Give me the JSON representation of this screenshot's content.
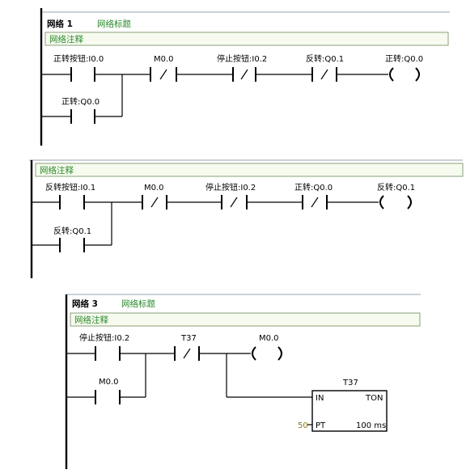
{
  "network1": {
    "title": "网络 1",
    "subtitle": "网络标题",
    "comment": "网络注释",
    "contact_fwd_btn": "正转按钮:I0.0",
    "contact_m0": "M0.0",
    "contact_stop": "停止按钮:I0.2",
    "contact_rev": "反转:Q0.1",
    "coil": "正转:Q0.0",
    "seal_contact": "正转:Q0.0"
  },
  "network2": {
    "comment": "网络注释",
    "contact_rev_btn": "反转按钮:I0.1",
    "contact_m0": "M0.0",
    "contact_stop": "停止按钮:I0.2",
    "contact_fwd": "正转:Q0.0",
    "coil": "反转:Q0.1",
    "seal_contact": "反转:Q0.1"
  },
  "network3": {
    "title": "网络 3",
    "subtitle": "网络标题",
    "comment": "网络注释",
    "contact_stop": "停止按钮:I0.2",
    "contact_t37": "T37",
    "coil": "M0.0",
    "seal_contact": "M0.0",
    "timer": {
      "name": "T37",
      "in_label": "IN",
      "type_label": "TON",
      "pt_label": "PT",
      "pt_value": "50",
      "resolution": "100 ms"
    }
  }
}
